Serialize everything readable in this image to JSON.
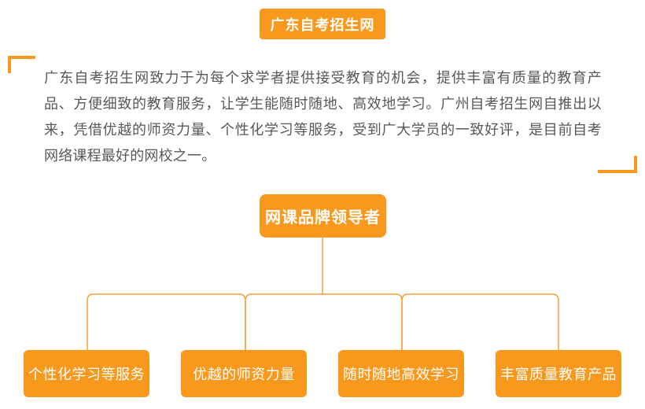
{
  "colors": {
    "accent": "#f8981d",
    "line": "#f3a03c",
    "text_color": "#595757",
    "page_bg": "#ffffff"
  },
  "header": {
    "title": "广东自考招生网"
  },
  "intro": {
    "text": "广东自考招生网致力于为每个求学者提供接受教育的机会，提供丰富有质量的教育产品、方便细致的教育服务，让学生能随时随地、高效地学习。广州自考招生网自推出以来，凭借优越的师资力量、个性化学习等服务，受到广大学员的一致好评，是目前自考网络课程最好的网校之一。"
  },
  "diagram": {
    "root": {
      "label": "网课品牌领导者"
    },
    "children": [
      {
        "label": "个性化学习等服务"
      },
      {
        "label": "优越的师资力量"
      },
      {
        "label": "随时随地高效学习"
      },
      {
        "label": "丰富质量教育产品"
      }
    ]
  }
}
